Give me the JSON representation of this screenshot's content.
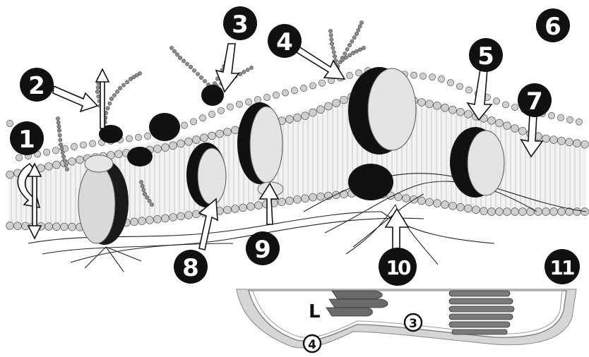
{
  "membrane_callouts": [
    "1",
    "2",
    "3",
    "4",
    "5",
    "6",
    "7",
    "8",
    "9",
    "10",
    "11"
  ],
  "inset_callouts": [
    "3",
    "4"
  ],
  "inset_glyph": "L",
  "colors": {
    "ink": "#111111",
    "bead": "#cfcfcf",
    "protein_light": "#e6e6e6",
    "protein_dark": "#1a1a1a",
    "inset_wall": "#d6d6d6"
  }
}
